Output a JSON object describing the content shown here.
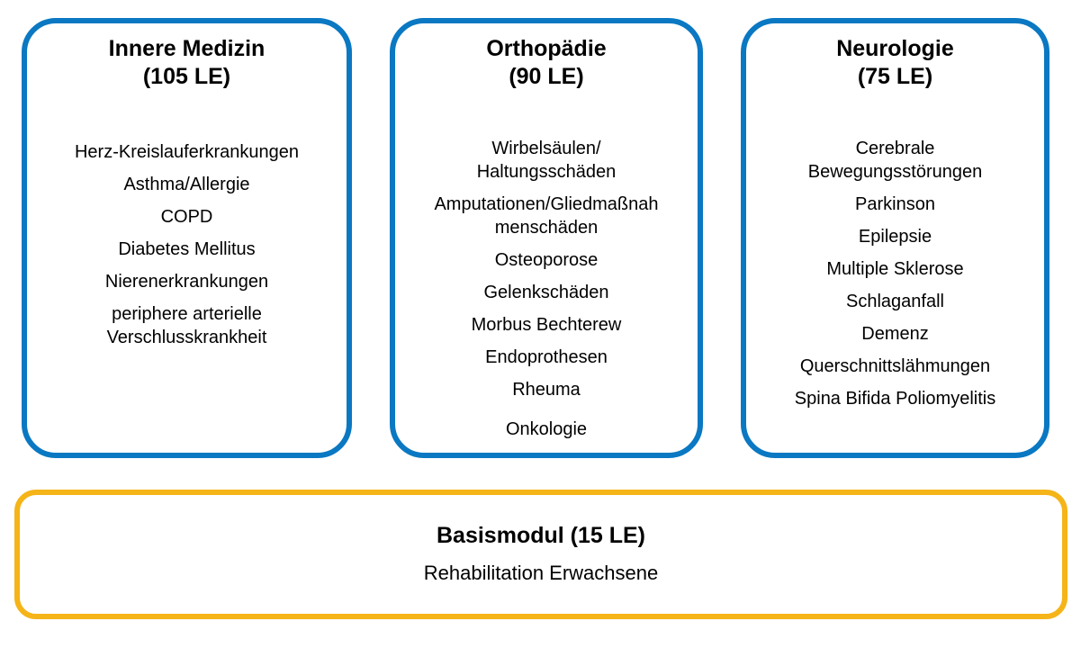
{
  "modules": [
    {
      "title": "Innere Medizin",
      "hours": "(105 LE)",
      "items": [
        "Herz-Kreislauferkrankungen",
        "Asthma/Allergie",
        "COPD",
        "Diabetes Mellitus",
        "Nierenerkrankungen",
        "periphere arterielle\nVerschlusskrankheit"
      ]
    },
    {
      "title": "Orthopädie",
      "hours": "(90 LE)",
      "items": [
        "Wirbelsäulen/\nHaltungsschäden",
        "Amputationen/Gliedmaßnah\nmenschäden",
        "Osteoporose",
        "Gelenkschäden",
        "Morbus Bechterew",
        "Endoprothesen",
        "Rheuma",
        "Onkologie"
      ]
    },
    {
      "title": "Neurologie",
      "hours": "(75 LE)",
      "items": [
        "Cerebrale\nBewegungsstörungen",
        "Parkinson",
        "Epilepsie",
        "Multiple Sklerose",
        "Schlaganfall",
        "Demenz",
        "Querschnittslähmungen",
        "Spina Bifida Poliomyelitis"
      ]
    }
  ],
  "base_module": {
    "title": "Basismodul (15 LE)",
    "subtitle": "Rehabilitation Erwachsene"
  },
  "colors": {
    "module_border": "#0a78c2",
    "base_border": "#f5b418"
  }
}
